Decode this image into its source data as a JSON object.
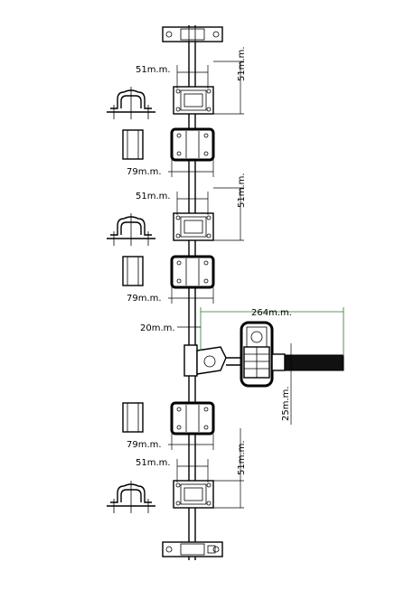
{
  "dimensions": {
    "width_51": "51m.m.",
    "height_51": "51m.m.",
    "width_79": "79m.m.",
    "handle_length": "264m.m.",
    "offset_20": "20m.m.",
    "handle_height": "25m.m."
  },
  "colors": {
    "line": "#000000",
    "dimension_accent": "#2a7a2a",
    "handle_bar": "#111111"
  }
}
